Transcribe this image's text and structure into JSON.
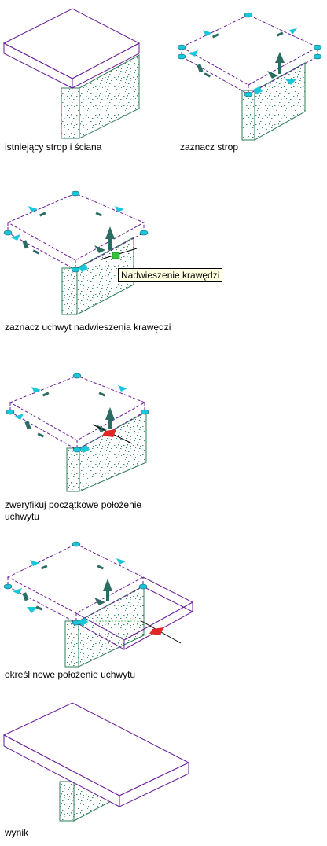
{
  "colors": {
    "slab_outline": "#6a1a9a",
    "wall_outline": "#2e7d5b",
    "wall_speckle": "#3f8f6a",
    "grip_cyan": "#19c6da",
    "grip_dark": "#2b6d62",
    "grip_green": "#33c43c",
    "grip_red": "#e02626",
    "tooltip_bg": "#ffffe1"
  },
  "captions": {
    "existing": "istniejący strop i ściana",
    "select_slab": "zaznacz strop",
    "select_grip": "zaznacz uchwyt nadwieszenia krawędzi",
    "verify_line1": "zweryfikuj początkowe położenie",
    "verify_line2": "uchwytu",
    "specify_new": "określ nowe położenie uchwytu",
    "result": "wynik"
  },
  "tooltip": {
    "text": "Nadwieszenie krawędzi"
  }
}
